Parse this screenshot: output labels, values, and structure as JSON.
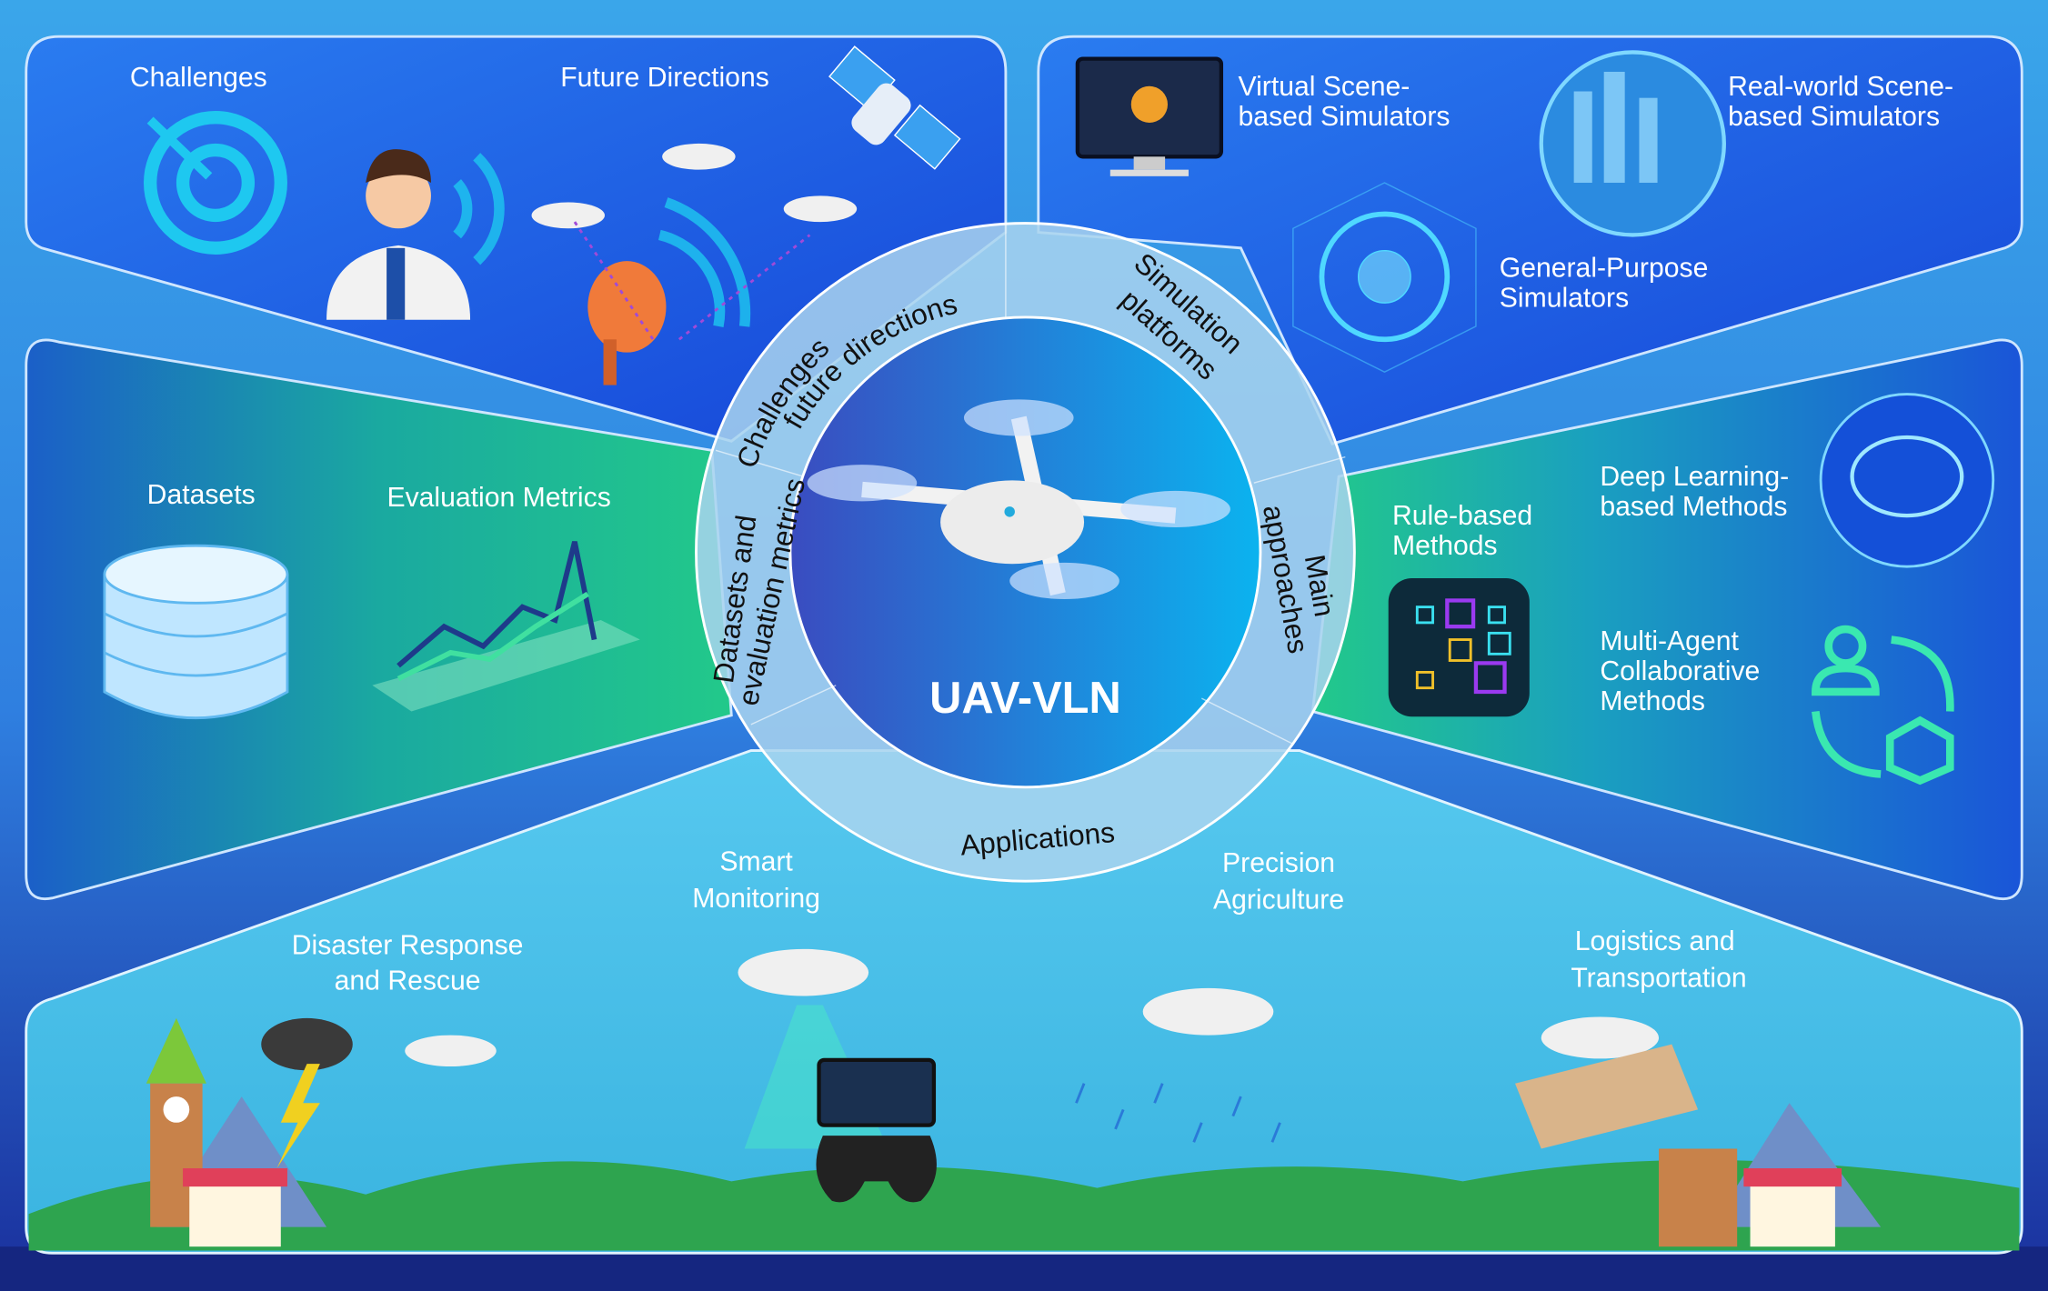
{
  "center": {
    "title": "UAV-VLN"
  },
  "ring": {
    "challenges": [
      "Challenges",
      "future directions"
    ],
    "simulation": [
      "Simulation",
      "platforms"
    ],
    "datasets": [
      "Datasets and",
      "evaluation metrics"
    ],
    "approaches": [
      "Main",
      "approaches"
    ],
    "applications": "Applications"
  },
  "panels": {
    "challenges": {
      "challenges": "Challenges",
      "future": "Future Directions"
    },
    "simulators": {
      "virtual": [
        "Virtual Scene-",
        "based Simulators"
      ],
      "realworld": [
        "Real-world Scene-",
        "based Simulators"
      ],
      "general": [
        "General-Purpose",
        "Simulators"
      ]
    },
    "datasets": {
      "datasets": "Datasets",
      "metrics": "Evaluation Metrics"
    },
    "approaches": {
      "rule": [
        "Rule-based",
        "Methods"
      ],
      "deep": [
        "Deep Learning-",
        "based Methods"
      ],
      "multi": [
        "Multi-Agent",
        "Collaborative",
        "Methods"
      ]
    },
    "applications": {
      "disaster": [
        "Disaster Response",
        "and Rescue"
      ],
      "monitoring": [
        "Smart",
        "Monitoring"
      ],
      "agriculture": [
        "Precision",
        "Agriculture"
      ],
      "logistics": [
        "Logistics and",
        "Transportation"
      ]
    }
  },
  "colors": {
    "top": "#2d9be8",
    "panel_blue": "#1e5ee8",
    "green": "#1fbf8f",
    "bottom": "#3fc9e6",
    "ring": "#a9d4ef"
  }
}
